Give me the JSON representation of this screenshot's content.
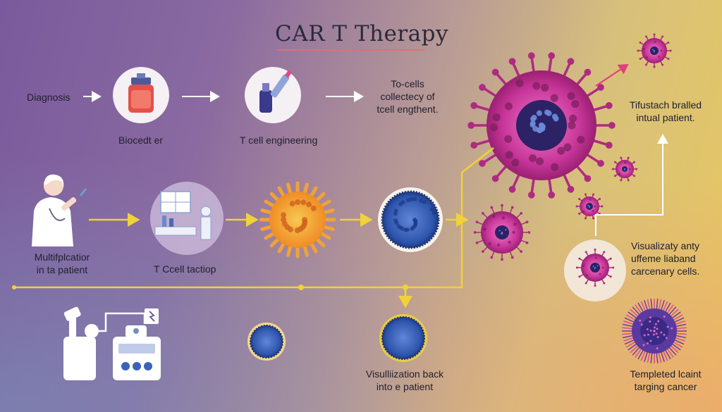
{
  "title": "CAR T Therapy",
  "labels": {
    "diagnosis": "Diagnosis",
    "blood": "Biocedt er",
    "engineering": "T cell engineering",
    "collect": [
      "To-cells",
      "collectecy of",
      "tcell engthent."
    ],
    "transfused": [
      "Tifustach bralled",
      "intual patient."
    ],
    "multiply": [
      "Multifplcatior",
      "in ta patient"
    ],
    "traction": "T Ccell tactiop",
    "visualizing": [
      "Visualizaty anty",
      "uffeme liaband",
      "carcenary cells."
    ],
    "visback": [
      "Visulliization back",
      "into e patient"
    ],
    "templated": [
      "Templeted lcaint",
      "targing cancer"
    ]
  },
  "colors": {
    "arrow": "#f0d23a",
    "virus_main": "#c83c9a",
    "virus_core": "#2c2266",
    "tcell_blue": "#3a62b8",
    "tcell_orange": "#f0a23a"
  }
}
